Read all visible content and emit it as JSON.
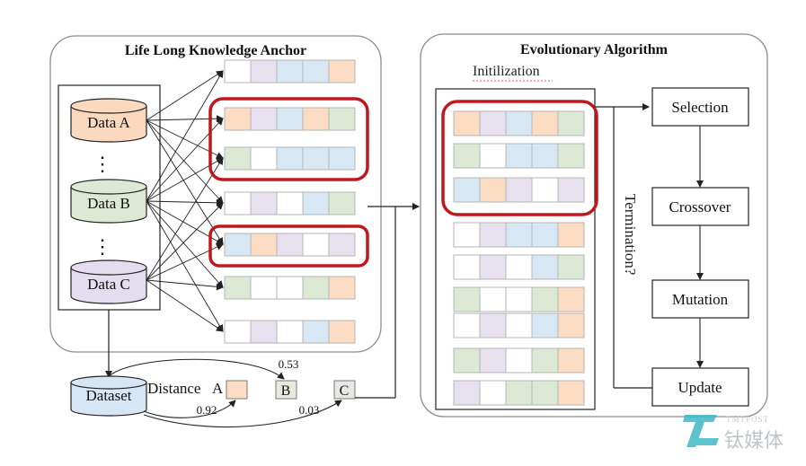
{
  "left_panel": {
    "title": "Life Long Knowledge Anchor",
    "data_sources": [
      {
        "label": "Data A",
        "color": "#fad9bf"
      },
      {
        "label": "Data B",
        "color": "#dde9d4"
      },
      {
        "label": "Data C",
        "color": "#e4dcef"
      }
    ],
    "ellipsis": "⋮",
    "chromosomes": [
      [
        "white",
        "purple",
        "blue",
        "blue",
        "orange"
      ],
      [
        "orange",
        "purple",
        "blue",
        "orange",
        "green"
      ],
      [
        "green",
        "white",
        "blue",
        "blue",
        "blue"
      ],
      [
        "white",
        "purple",
        "white",
        "blue",
        "green"
      ],
      [
        "blue",
        "orange",
        "purple",
        "white",
        "purple"
      ],
      [
        "green",
        "white",
        "white",
        "green",
        "orange"
      ],
      [
        "white",
        "purple",
        "white",
        "blue",
        "orange"
      ]
    ]
  },
  "right_panel": {
    "title": "Evolutionary Algorithm",
    "init_label": "Initilization",
    "population": [
      [
        "orange",
        "purple",
        "blue",
        "orange",
        "green"
      ],
      [
        "green",
        "white",
        "blue",
        "blue",
        "green"
      ],
      [
        "blue",
        "orange",
        "purple",
        "white",
        "purple"
      ],
      [
        "white",
        "purple",
        "blue",
        "blue",
        "orange"
      ],
      [
        "white",
        "purple",
        "white",
        "blue",
        "green"
      ],
      [
        "green",
        "white",
        "white",
        "green",
        "orange"
      ],
      [
        "white",
        "purple",
        "white",
        "blue",
        "orange"
      ],
      [
        "green",
        "purple",
        "white",
        "green",
        "orange"
      ],
      [
        "purple",
        "white",
        "green",
        "green",
        "orange"
      ]
    ],
    "steps": [
      "Selection",
      "Crossover",
      "Mutation",
      "Update"
    ],
    "termination_label": "Termination?"
  },
  "dataset": {
    "label": "Dataset",
    "distance_label": "Distance",
    "nodes": [
      "A",
      "B",
      "C"
    ],
    "distances": [
      "0.53",
      "0.92",
      "0.03"
    ]
  },
  "watermark": {
    "brand": "钛媒体",
    "sub": "TMTPOST"
  },
  "colors": {
    "orange": "#fcdcc2",
    "purple": "#e6e0ef",
    "blue": "#d8e7f4",
    "green": "#dce9d5",
    "white": "#ffffff",
    "highlight": "#c0161c",
    "line": "#222222",
    "panel_border": "#8c8c8c",
    "dataset_fill": "#d6e6f4"
  }
}
